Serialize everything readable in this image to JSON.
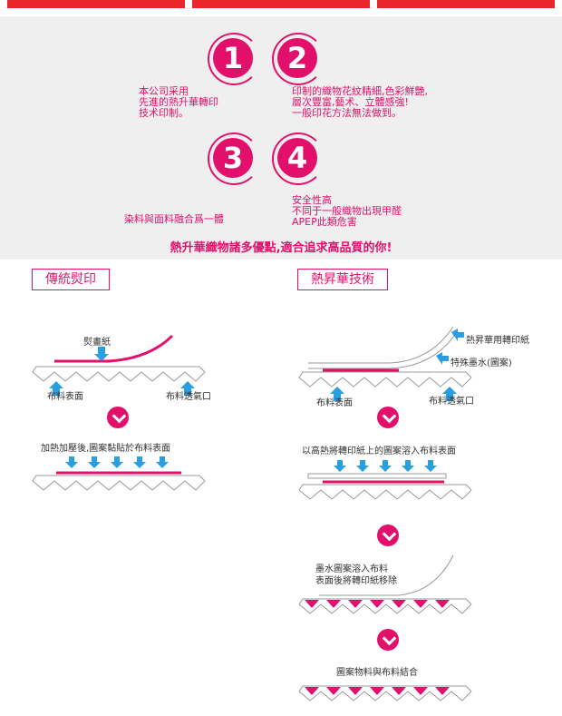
{
  "features": [
    {
      "number": "1",
      "lines": [
        "本公司采用",
        "先進的熱升華轉印",
        "技术印制。"
      ]
    },
    {
      "number": "2",
      "lines": [
        "印制的織物花紋精細,色彩鮮艷,",
        "層次豐富,藝术、立體感強!",
        "一般印花方法無法做到。"
      ]
    },
    {
      "number": "3",
      "lines": [
        "染料與面料融合爲一體"
      ]
    },
    {
      "number": "4",
      "lines": [
        "安全性高",
        "不同于一般織物出現甲醛",
        "APEP此類危害"
      ]
    }
  ],
  "slogan": "熱升華織物諸多優點,適合追求高品質的你!",
  "traditional": {
    "title": "傳統熨印",
    "paper_label": "熨畫紙",
    "surface_label": "布料表面",
    "air_label": "布料透氣口",
    "step2_label": "加熱加壓後,圖案黏貼於布料表面"
  },
  "sublimation": {
    "title": "熱昇華技術",
    "paper_label": "熱昇華用轉印紙",
    "ink_label": "特殊墨水(圖案)",
    "surface_label": "布料表面",
    "air_label": "布料透氣口",
    "step2_label": "以高熱將轉印紙上的圖案溶入布料表面",
    "step3_lines": [
      "墨水圖案溶入布料",
      "表面後將轉印紙移除"
    ],
    "step4_label": "圖案物料與布料結合"
  },
  "colors": {
    "accent": "#e3106b",
    "arrow": "#2a9fe0",
    "topbar": "#e8262a"
  }
}
